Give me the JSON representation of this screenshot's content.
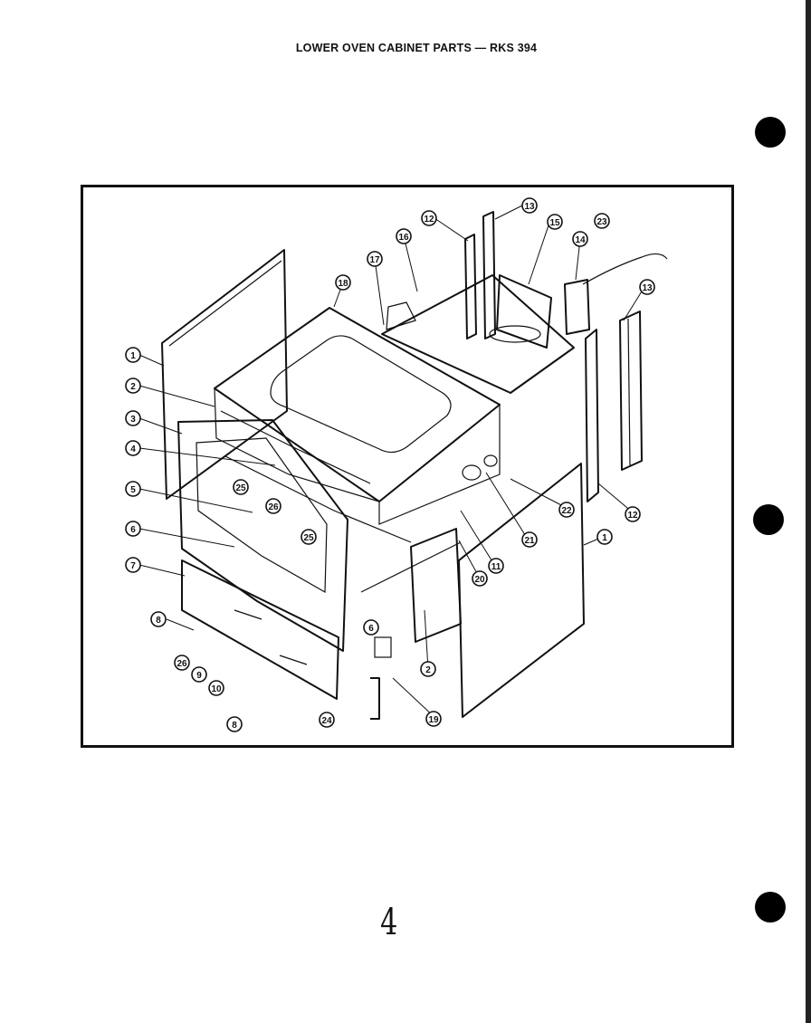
{
  "title": "LOWER OVEN CABINET PARTS — RKS 394",
  "page_number": "4",
  "callouts": [
    {
      "id": "c1a",
      "label": "1"
    },
    {
      "id": "c2a",
      "label": "2"
    },
    {
      "id": "c3",
      "label": "3"
    },
    {
      "id": "c4",
      "label": "4"
    },
    {
      "id": "c5",
      "label": "5"
    },
    {
      "id": "c6a",
      "label": "6"
    },
    {
      "id": "c7",
      "label": "7"
    },
    {
      "id": "c8a",
      "label": "8"
    },
    {
      "id": "c26a",
      "label": "26"
    },
    {
      "id": "c9",
      "label": "9"
    },
    {
      "id": "c10",
      "label": "10"
    },
    {
      "id": "c8b",
      "label": "8"
    },
    {
      "id": "c18",
      "label": "18"
    },
    {
      "id": "c17",
      "label": "17"
    },
    {
      "id": "c16",
      "label": "16"
    },
    {
      "id": "c12a",
      "label": "12"
    },
    {
      "id": "c13a",
      "label": "13"
    },
    {
      "id": "c15",
      "label": "15"
    },
    {
      "id": "c14",
      "label": "14"
    },
    {
      "id": "c23",
      "label": "23"
    },
    {
      "id": "c13b",
      "label": "13"
    },
    {
      "id": "c12b",
      "label": "12"
    },
    {
      "id": "c22",
      "label": "22"
    },
    {
      "id": "c1b",
      "label": "1"
    },
    {
      "id": "c21",
      "label": "21"
    },
    {
      "id": "c11",
      "label": "11"
    },
    {
      "id": "c20",
      "label": "20"
    },
    {
      "id": "c25",
      "label": "25"
    },
    {
      "id": "c26b",
      "label": "26"
    },
    {
      "id": "c25b",
      "label": "25"
    },
    {
      "id": "c6b",
      "label": "6"
    },
    {
      "id": "c2b",
      "label": "2"
    },
    {
      "id": "c19",
      "label": "19"
    },
    {
      "id": "c24",
      "label": "24"
    }
  ]
}
